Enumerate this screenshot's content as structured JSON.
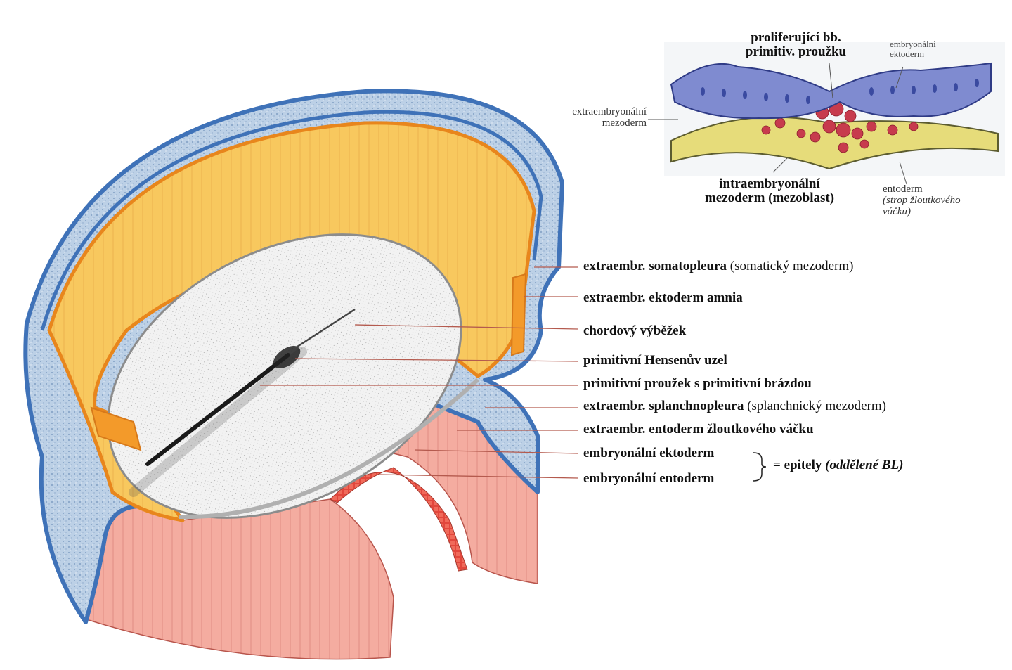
{
  "colors": {
    "ectoderm_blue": "#4a7fc0",
    "mesoderm_speckle": "#b9cfe6",
    "amnion_yellow": "#f7c65a",
    "amnion_orange": "#f39a2a",
    "yolk_pink": "#f2a59a",
    "disc_gray": "#eeeeee",
    "inset_blue": "#7a86cc",
    "inset_red": "#c2384a",
    "inset_yellow": "#e8e07a"
  },
  "inset": {
    "proliferating_title": "proliferující bb.",
    "proliferating_subtitle": "primitiv. proužku",
    "embryonic_ectoderm_line1": "embryonální",
    "embryonic_ectoderm_line2": "ektoderm",
    "extraembryonic_mesoderm_line1": "extraembryonální",
    "extraembryonic_mesoderm_line2": "mezoderm",
    "intraembryonic_line1": "intraembryonální",
    "intraembryonic_line2": "mezoderm (mezoblast)",
    "entoderm_title": "entoderm",
    "entoderm_note_line1": "(strop žloutkového",
    "entoderm_note_line2": "váčku)"
  },
  "labels": [
    {
      "bold": "extraembr. somatopleura",
      "normal": " (somatický mezoderm)"
    },
    {
      "bold": "extraembr. ektoderm amnia",
      "normal": ""
    },
    {
      "bold": "chordový  výběžek",
      "normal": ""
    },
    {
      "bold": "primitivní Hensenův uzel",
      "normal": ""
    },
    {
      "bold": "primitivní proužek s primitivní brázdou",
      "normal": ""
    },
    {
      "bold": "extraembr. splanchnopleura",
      "normal": " (splanchnický mezoderm)"
    },
    {
      "bold": "extraembr. entoderm žloutkového váčku",
      "normal": ""
    },
    {
      "bold": "embryonální ektoderm",
      "normal": ""
    },
    {
      "bold": "embryonální entoderm",
      "normal": ""
    }
  ],
  "bracket_note": {
    "prefix": "= epitely ",
    "italic": "(oddělené BL)"
  }
}
